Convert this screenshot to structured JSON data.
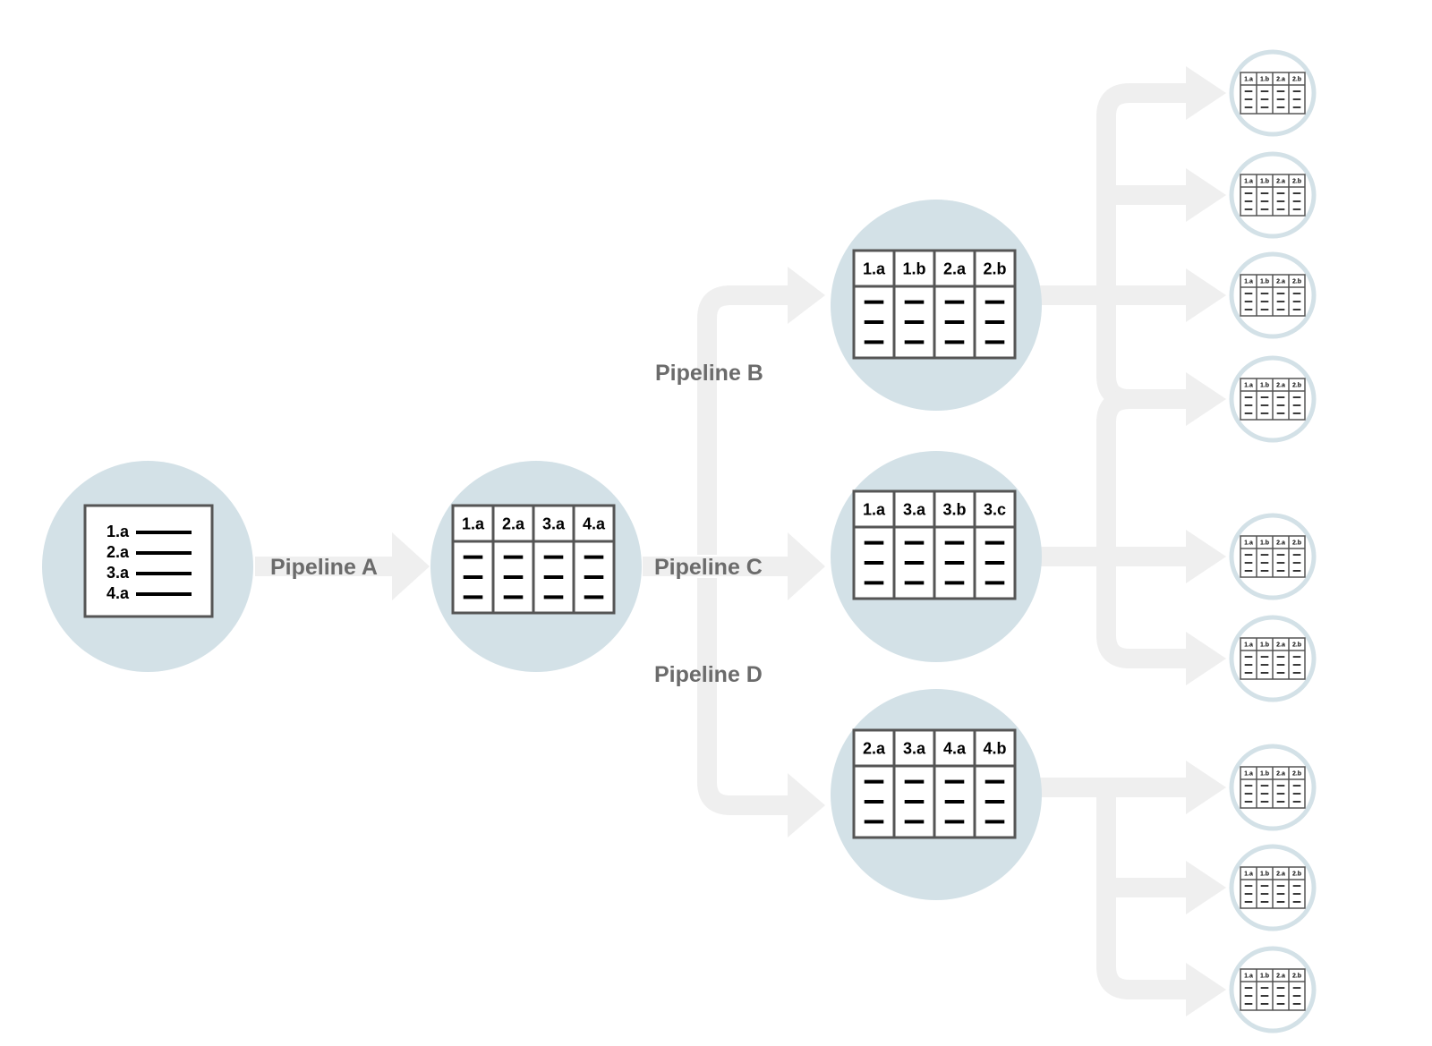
{
  "colors": {
    "node_fill": "#d3e1e7",
    "arrow": "#efefef",
    "label_text": "#6b6b6b",
    "table_border": "#555555",
    "ink": "#000000"
  },
  "pipelines": {
    "a": "Pipeline A",
    "b": "Pipeline B",
    "c": "Pipeline C",
    "d": "Pipeline D"
  },
  "source_list": {
    "items": [
      "1.a",
      "2.a",
      "3.a",
      "4.a"
    ]
  },
  "stage1_table": {
    "headers": [
      "1.a",
      "2.a",
      "3.a",
      "4.a"
    ]
  },
  "stage2_tables": [
    {
      "headers": [
        "1.a",
        "1.b",
        "2.a",
        "2.b"
      ]
    },
    {
      "headers": [
        "1.a",
        "3.a",
        "3.b",
        "3.c"
      ]
    },
    {
      "headers": [
        "2.a",
        "3.a",
        "4.a",
        "4.b"
      ]
    }
  ],
  "output_tables": [
    {
      "headers": [
        "1.a",
        "1.b",
        "2.a",
        "2.b"
      ]
    },
    {
      "headers": [
        "1.a",
        "1.b",
        "2.a",
        "2.b"
      ]
    },
    {
      "headers": [
        "1.a",
        "1.b",
        "2.a",
        "2.b"
      ]
    },
    {
      "headers": [
        "1.a",
        "1.b",
        "2.a",
        "2.b"
      ]
    },
    {
      "headers": [
        "1.a",
        "1.b",
        "2.a",
        "2.b"
      ]
    },
    {
      "headers": [
        "1.a",
        "1.b",
        "2.a",
        "2.b"
      ]
    },
    {
      "headers": [
        "1.a",
        "1.b",
        "2.a",
        "2.b"
      ]
    },
    {
      "headers": [
        "1.a",
        "1.b",
        "2.a",
        "2.b"
      ]
    },
    {
      "headers": [
        "1.a",
        "1.b",
        "2.a",
        "2.b"
      ]
    }
  ]
}
